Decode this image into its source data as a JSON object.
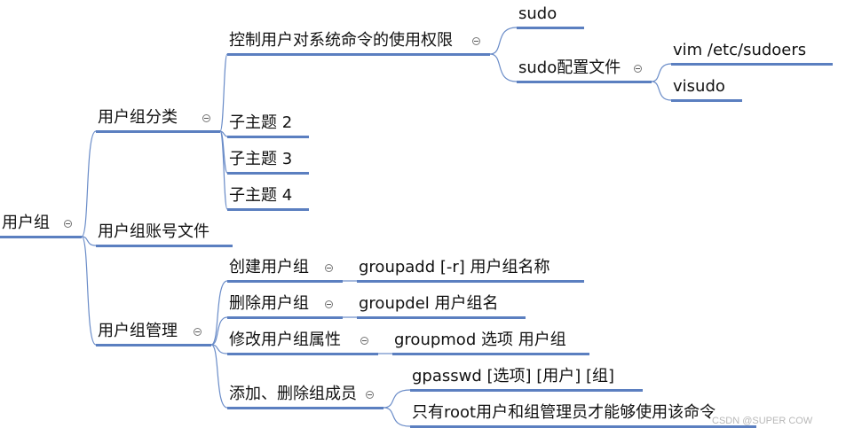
{
  "colors": {
    "line": "#5b7fc0",
    "connector": "#6a8cc8",
    "text": "#111111",
    "watermark": "#b8b8b8"
  },
  "icons": {
    "collapse": "collapse-icon"
  },
  "watermark": "CSDN @SUPER COW",
  "tree": {
    "label": "用户组",
    "children": [
      {
        "label": "用户组分类",
        "children": [
          {
            "label": "控制用户对系统命令的使用权限",
            "children": [
              {
                "label": "sudo",
                "children": []
              },
              {
                "label": "sudo配置文件",
                "children": [
                  {
                    "label": "vim /etc/sudoers",
                    "children": []
                  },
                  {
                    "label": "visudo",
                    "children": []
                  }
                ]
              }
            ]
          },
          {
            "label": "子主题 2",
            "children": []
          },
          {
            "label": "子主题 3",
            "children": []
          },
          {
            "label": "子主题 4",
            "children": []
          }
        ]
      },
      {
        "label": "用户组账号文件",
        "children": []
      },
      {
        "label": "用户组管理",
        "children": [
          {
            "label": "创建用户组",
            "children": [
              {
                "label": "groupadd [-r] 用户组名称",
                "children": []
              }
            ]
          },
          {
            "label": "删除用户组",
            "children": [
              {
                "label": "groupdel 用户组名",
                "children": []
              }
            ]
          },
          {
            "label": "修改用户组属性",
            "children": [
              {
                "label": "groupmod 选项 用户组",
                "children": []
              }
            ]
          },
          {
            "label": "添加、删除组成员",
            "children": [
              {
                "label": "gpasswd [选项] [用户] [组]",
                "children": []
              },
              {
                "label": "只有root用户和组管理员才能够使用该命令",
                "children": []
              }
            ]
          }
        ]
      }
    ]
  }
}
